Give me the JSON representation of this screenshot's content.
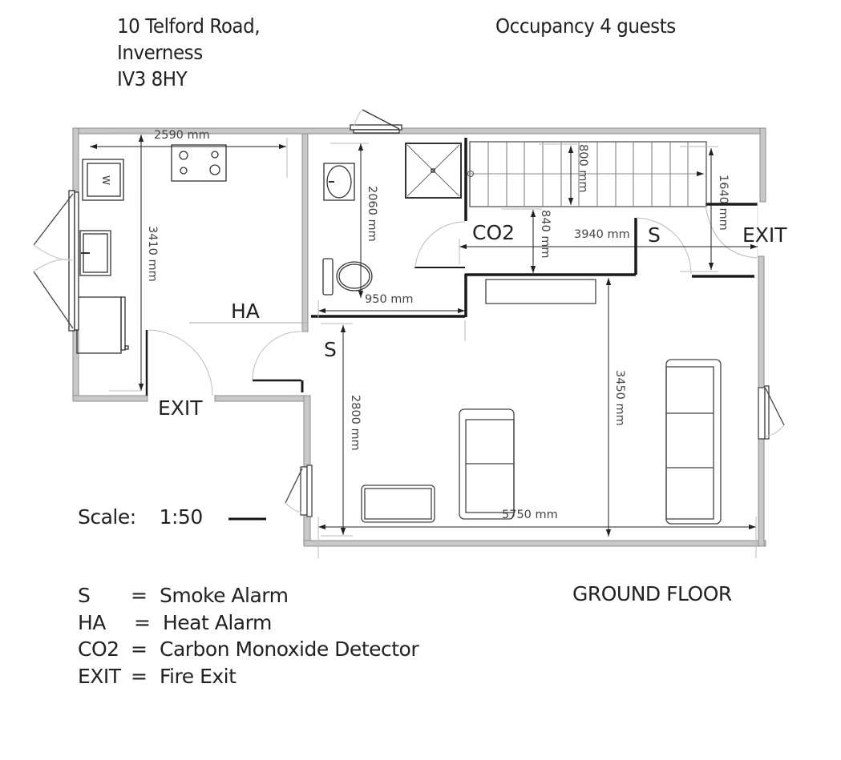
{
  "header": {
    "address_line1": "10 Telford Road,",
    "address_line2": "Inverness",
    "address_line3": "IV3 8HY",
    "occupancy": "Occupancy 4 guests"
  },
  "floor_label": "GROUND FLOOR",
  "scale": {
    "label": "Scale:",
    "value": "1:50"
  },
  "plan": {
    "markers": {
      "heat_alarm": "HA",
      "smoke_alarm_1": "S",
      "smoke_alarm_2": "S",
      "co_detector": "CO2",
      "exit_left": "EXIT",
      "exit_right": "EXIT"
    },
    "dimensions": {
      "kitchen_width": "2590 mm",
      "kitchen_depth": "3410 mm",
      "bathroom_depth": "2060 mm",
      "bathroom_width": "950 mm",
      "stair_width": "800 mm",
      "hall_width": "840 mm",
      "hall_length": "3940 mm",
      "hall_to_exit": "1640 mm",
      "living_depth_left": "2800 mm",
      "living_depth_right": "3450 mm",
      "living_width": "5750 mm"
    }
  },
  "legend": [
    {
      "key": "S",
      "sep": "=",
      "desc": "Smoke Alarm"
    },
    {
      "key": "HA",
      "sep": "=",
      "desc": "Heat Alarm"
    },
    {
      "key": "CO2",
      "sep": "=",
      "desc": "Carbon Monoxide Detector"
    },
    {
      "key": "EXIT",
      "sep": "=",
      "desc": "Fire Exit"
    }
  ],
  "colors": {
    "wall_fill": "#c4c4c4",
    "wall_stroke": "#8a8a8a",
    "line": "#333333",
    "thin": "#555555",
    "faint": "#bdbdbd"
  }
}
